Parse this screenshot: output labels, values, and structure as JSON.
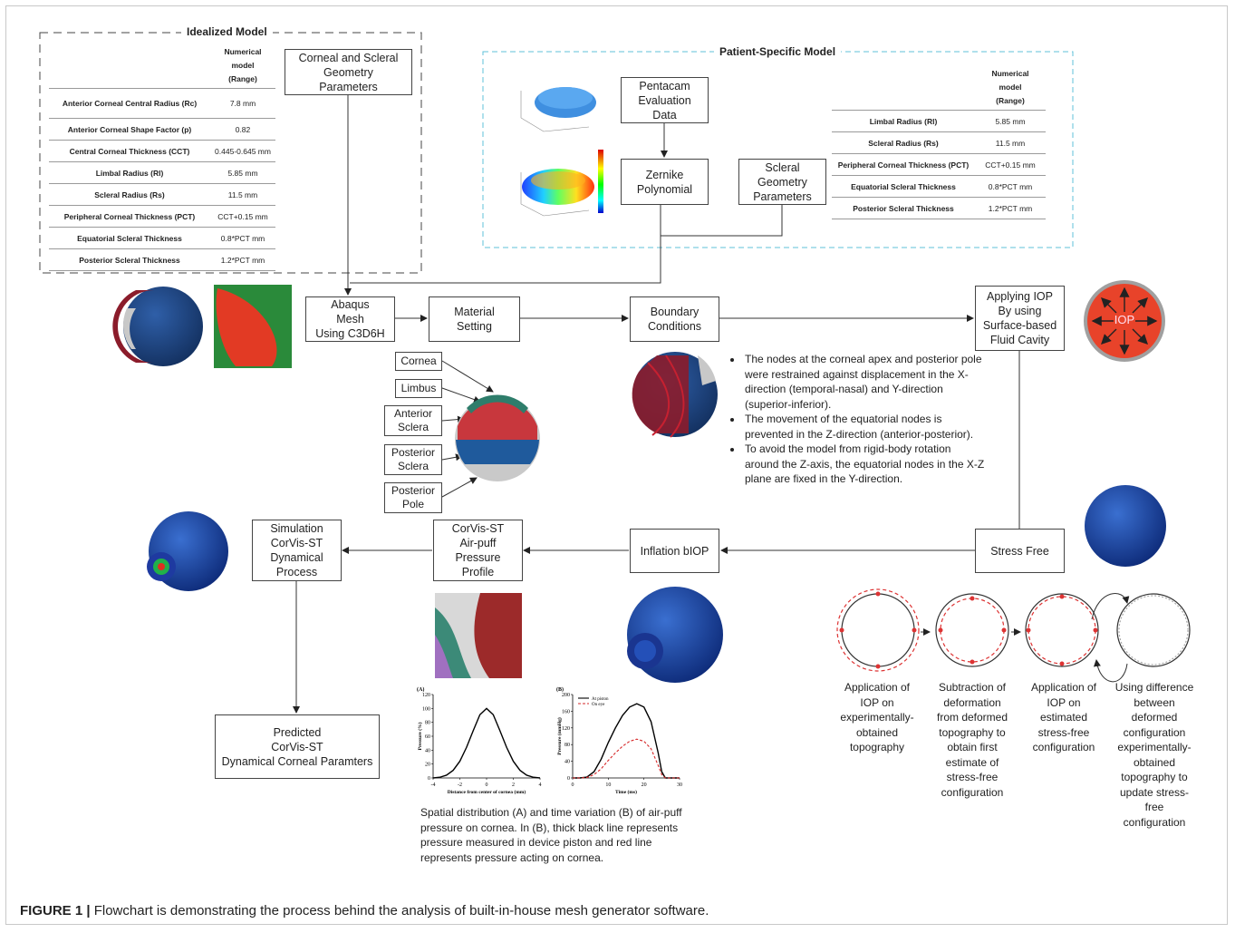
{
  "idealized": {
    "title": "Idealized Model",
    "header": [
      "Numerical",
      "model",
      "(Range)"
    ],
    "rows": [
      {
        "k": "Anterior Corneal Central Radius (Rc)",
        "v": "7.8 mm"
      },
      {
        "k": "Anterior Corneal Shape Factor (p)",
        "v": "0.82"
      },
      {
        "k": "Central Corneal Thickness (CCT)",
        "v": "0.445-0.645 mm"
      },
      {
        "k": "Limbal Radius (Rl)",
        "v": "5.85 mm"
      },
      {
        "k": "Scleral Radius (Rs)",
        "v": "11.5 mm"
      },
      {
        "k": "Peripheral Corneal Thickness (PCT)",
        "v": "CCT+0.15 mm"
      },
      {
        "k": "Equatorial Scleral Thickness",
        "v": "0.8*PCT mm"
      },
      {
        "k": "Posterior Scleral Thickness",
        "v": "1.2*PCT mm"
      }
    ]
  },
  "patient": {
    "title": "Patient-Specific Model",
    "header": [
      "Numerical",
      "model",
      "(Range)"
    ],
    "rows": [
      {
        "k": "Limbal Radius (Rl)",
        "v": "5.85 mm"
      },
      {
        "k": "Scleral Radius (Rs)",
        "v": "11.5 mm"
      },
      {
        "k": "Peripheral Corneal Thickness (PCT)",
        "v": "CCT+0.15 mm"
      },
      {
        "k": "Equatorial Scleral Thickness",
        "v": "0.8*PCT mm"
      },
      {
        "k": "Posterior Scleral Thickness",
        "v": "1.2*PCT mm"
      }
    ]
  },
  "boxes": {
    "geometry": "Corneal and Scleral\nGeometry\nParameters",
    "pentacam": "Pentacam\nEvaluation\nData",
    "zernike": "Zernike\nPolynomial",
    "scleral": "Scleral\nGeometry\nParameters",
    "abaqus": "Abaqus\nMesh\nUsing C3D6H",
    "material": "Material\nSetting",
    "boundary": "Boundary\nConditions",
    "applying": "Applying IOP\nBy using\nSurface-based\nFluid Cavity",
    "stressfree": "Stress Free",
    "inflation": "Inflation bIOP",
    "airpuff": "CorVis-ST\nAir-puff\nPressure\nProfile",
    "simulation": "Simulation\nCorVis-ST\nDynamical\nProcess",
    "predicted": "Predicted\nCorVis-ST\nDynamical Corneal Paramters"
  },
  "regions": {
    "cornea": "Cornea",
    "limbus": "Limbus",
    "anterior": "Anterior\nSclera",
    "posterior": "Posterior\nSclera",
    "pole": "Posterior\nPole"
  },
  "iop_label": "IOP",
  "bullets": [
    "The nodes at the corneal apex and posterior pole were restrained against displacement in the X-direction (temporal-nasal) and Y-direction (superior-inferior).",
    "The movement of the equatorial nodes is prevented in the Z-direction (anterior-posterior).",
    "To avoid the model from rigid-body rotation around the Z-axis, the equatorial nodes in the X-Z plane are fixed in the Y-direction."
  ],
  "steps": [
    "Application of\nIOP on\nexperimentally-\nobtained\ntopography",
    "Subtraction of\ndeformation\nfrom deformed\ntopography to\nobtain first\nestimate of\nstress-free\nconfiguration",
    "Application of\nIOP on\nestimated\nstress-free\nconfiguration",
    "Using difference\nbetween\ndeformed\nconfiguration\nexperimentally-\nobtained\ntopography to\nupdate stress-\nfree\nconfiguration"
  ],
  "subcaption": "Spatial distribution (A) and time variation (B) of air-puff pressure on cornea. In (B), thick black line represents pressure measured in device piston and red line represents pressure acting on cornea.",
  "figure_caption": {
    "label": "FIGURE 1 |",
    "text": " Flowchart is demonstrating the process behind the analysis of built-in-house mesh generator software."
  },
  "chart_data": [
    {
      "type": "line",
      "panel": "(A)",
      "xlabel": "Distance from center of cornea (mm)",
      "ylabel": "Pressure (%)",
      "xlim": [
        -4,
        4
      ],
      "ylim": [
        0,
        120
      ],
      "xticks": [
        -4,
        -2,
        0,
        2,
        4
      ],
      "yticks": [
        0,
        20,
        40,
        60,
        80,
        100,
        120
      ],
      "series": [
        {
          "x": [
            -4,
            -3.5,
            -3,
            -2.5,
            -2,
            -1.5,
            -1,
            -0.5,
            0,
            0.5,
            1,
            1.5,
            2,
            2.5,
            3,
            3.5,
            4
          ],
          "y": [
            0,
            1,
            4,
            11,
            24,
            44,
            68,
            91,
            100,
            91,
            68,
            44,
            24,
            11,
            4,
            1,
            0
          ]
        }
      ]
    },
    {
      "type": "line",
      "panel": "(B)",
      "xlabel": "Time (ms)",
      "ylabel": "Pressure (mmHg)",
      "xlim": [
        0,
        30
      ],
      "ylim": [
        0,
        200
      ],
      "xticks": [
        0,
        10,
        20,
        30
      ],
      "yticks": [
        0,
        40,
        80,
        120,
        160,
        200
      ],
      "legend": "top-left",
      "series": [
        {
          "name": "At piston",
          "color": "#000000",
          "x": [
            0,
            2,
            4,
            6,
            8,
            10,
            12,
            14,
            16,
            18,
            20,
            22,
            24,
            25,
            26,
            28,
            30
          ],
          "y": [
            0,
            0,
            2,
            15,
            45,
            85,
            120,
            150,
            170,
            178,
            170,
            135,
            60,
            15,
            0,
            0,
            0
          ]
        },
        {
          "name": "On eye",
          "color": "#d62728",
          "x": [
            0,
            2,
            4,
            6,
            8,
            10,
            12,
            14,
            16,
            18,
            20,
            22,
            24,
            25,
            26,
            28,
            30
          ],
          "y": [
            0,
            0,
            1,
            8,
            22,
            42,
            60,
            76,
            88,
            93,
            88,
            70,
            30,
            8,
            0,
            0,
            0
          ]
        }
      ]
    }
  ]
}
